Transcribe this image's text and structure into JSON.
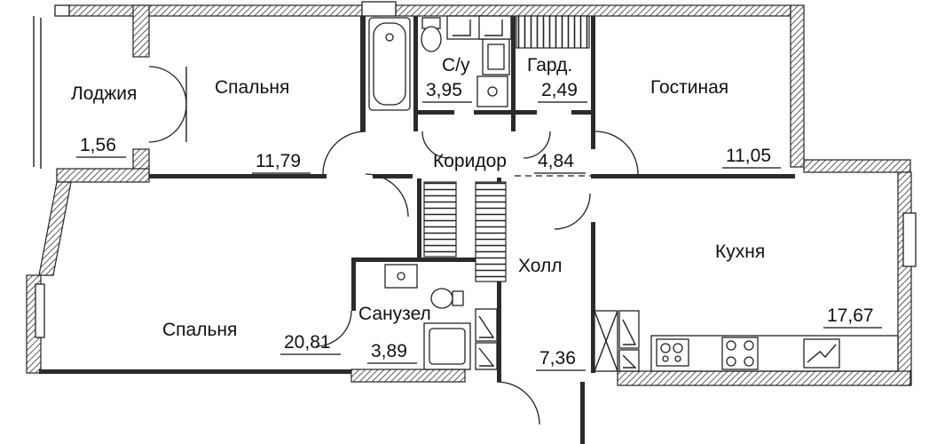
{
  "rooms": {
    "loggia": {
      "name": "Лоджия",
      "area": "1,56"
    },
    "bedroom1": {
      "name": "Спальня",
      "area": "11,79"
    },
    "bath": {
      "name": "С/у",
      "area": "3,95"
    },
    "wardrobe": {
      "name": "Гард.",
      "area": "2,49"
    },
    "living": {
      "name": "Гостиная",
      "area": "11,05"
    },
    "corridor": {
      "name": "Коридор",
      "area": "4,84"
    },
    "kitchen": {
      "name": "Кухня",
      "area": "17,67"
    },
    "hall": {
      "name": "Холл",
      "area": "7,36"
    },
    "wc": {
      "name": "Санузел",
      "area": "3,89"
    },
    "bedroom2": {
      "name": "Спальня",
      "area": "20,81"
    }
  },
  "colors": {
    "wall": "#2b2b2b",
    "line": "#222222",
    "background": "#ffffff"
  }
}
